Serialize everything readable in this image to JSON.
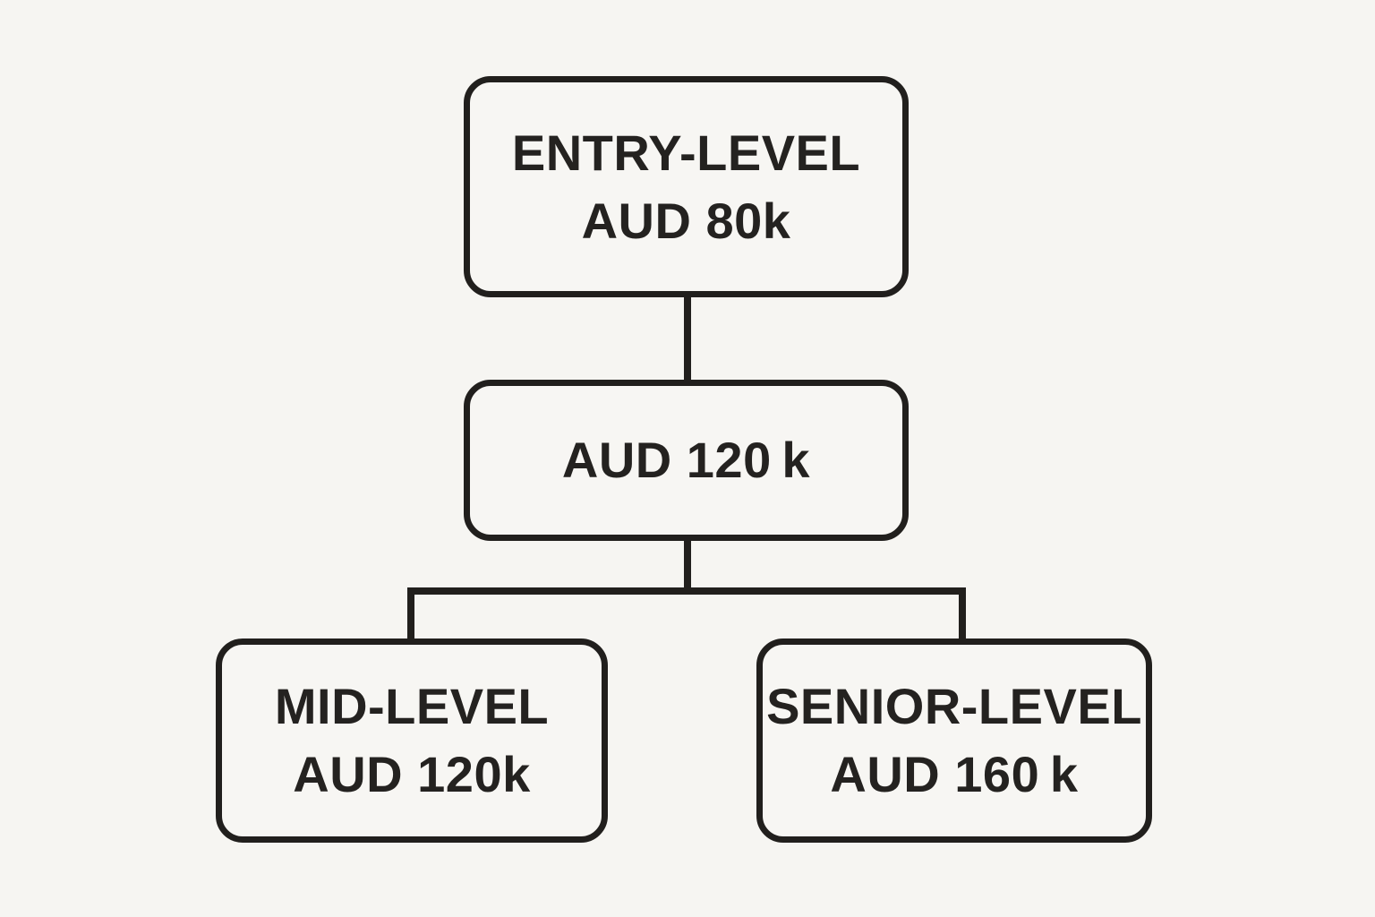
{
  "diagram": {
    "type": "flowchart",
    "description": "Career salary progression tree with three tiers",
    "background_color": "#f6f5f2",
    "node_fill_color": "#f7f6f3",
    "line_color": "#211f1d",
    "text_color": "#242220",
    "nodes": {
      "entry": {
        "label": "ENTRY-LEVEL",
        "value": "AUD 80k"
      },
      "promotion": {
        "value": "AUD 120 k"
      },
      "mid": {
        "label": "MID-LEVEL",
        "value": "AUD 120k"
      },
      "senior": {
        "label": "SENIOR-LEVEL",
        "value": "AUD 160 k"
      }
    },
    "edges": [
      {
        "from": "entry",
        "to": "promotion"
      },
      {
        "from": "promotion",
        "to": "mid"
      },
      {
        "from": "promotion",
        "to": "senior"
      }
    ]
  }
}
